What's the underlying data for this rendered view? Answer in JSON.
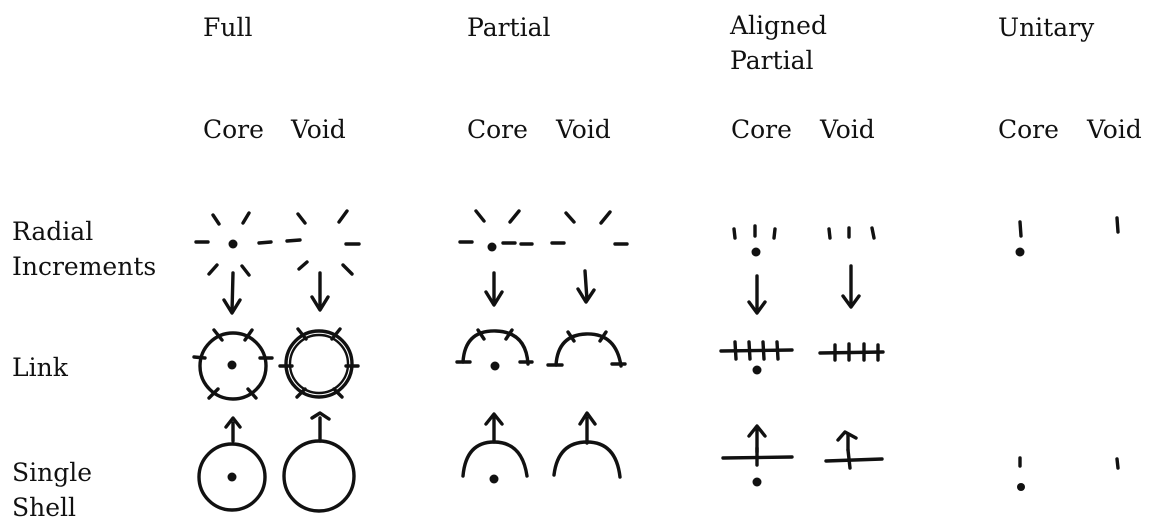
{
  "columns": [
    {
      "label": "Full",
      "sub": [
        "Core",
        "Void"
      ]
    },
    {
      "label": "Partial",
      "sub": [
        "Core",
        "Void"
      ]
    },
    {
      "label": "Aligned Partial",
      "sub": [
        "Core",
        "Void"
      ]
    },
    {
      "label": "Unitary",
      "sub": [
        "Core",
        "Void"
      ]
    }
  ],
  "rows": [
    {
      "label": "Radial Increments"
    },
    {
      "label": "Link"
    },
    {
      "label": "Single Shell"
    }
  ]
}
